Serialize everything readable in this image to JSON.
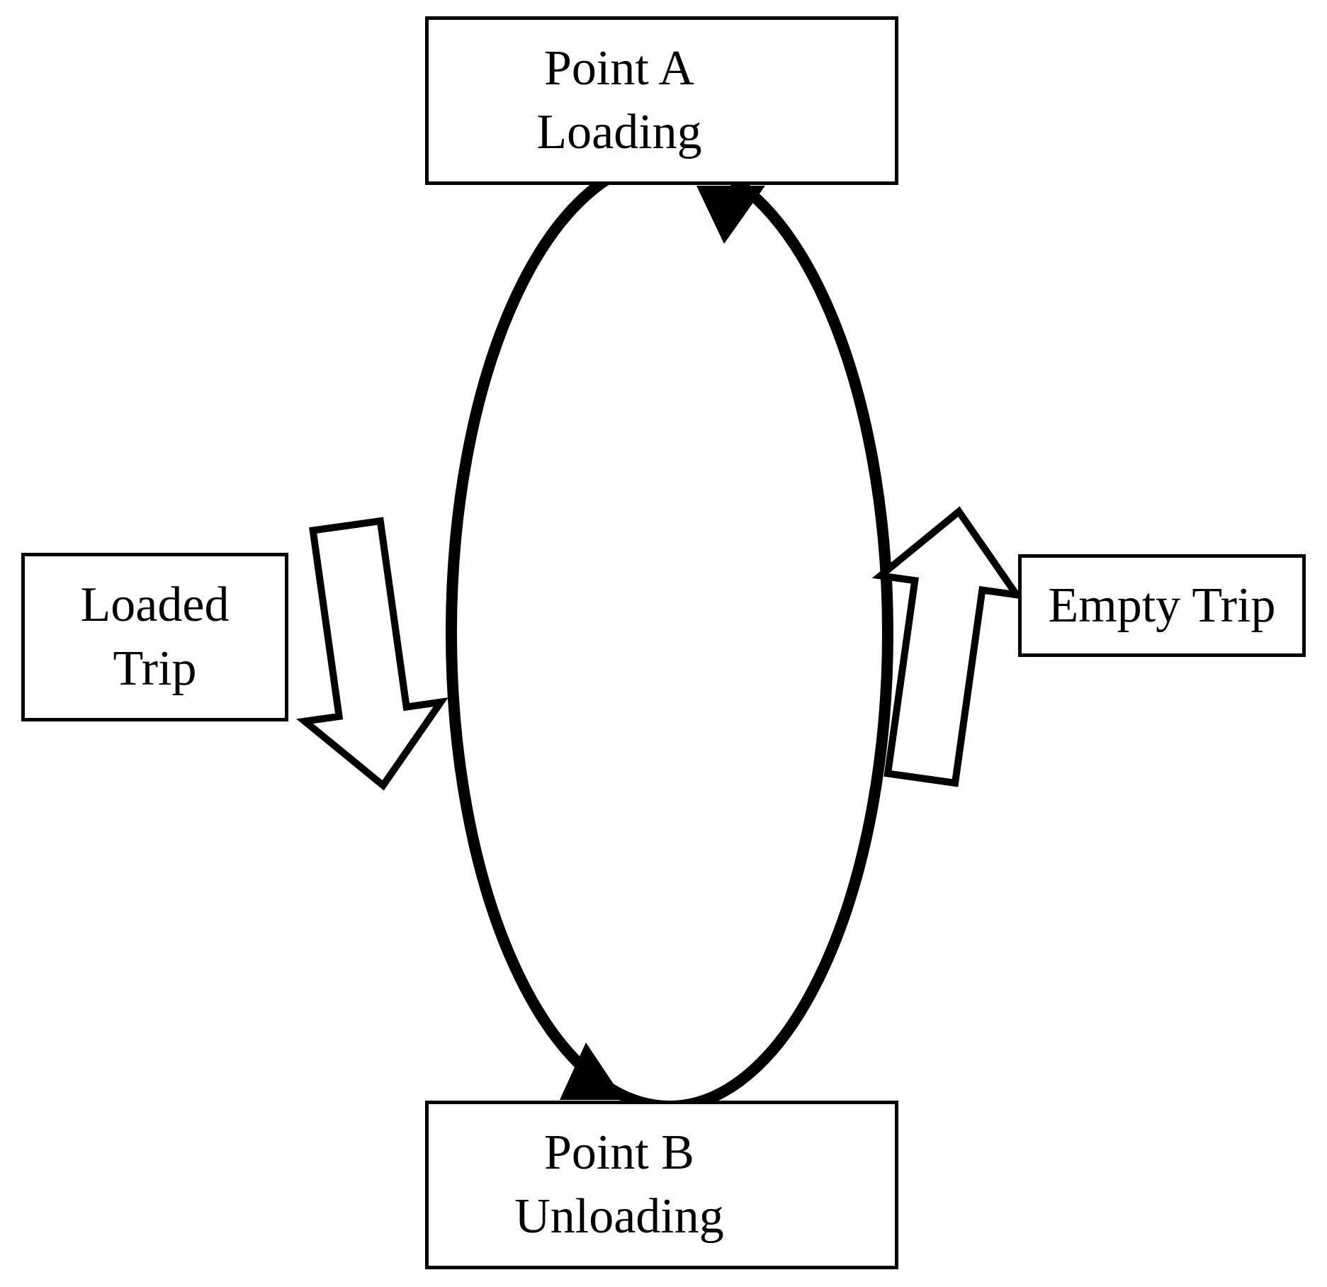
{
  "diagram": {
    "nodes": {
      "point_a": {
        "line1": "Point A",
        "line2": "Loading"
      },
      "point_b": {
        "line1": "Point B",
        "line2": "Unloading"
      }
    },
    "edges": {
      "loaded_trip": {
        "line1": "Loaded",
        "line2": "Trip",
        "direction": "downward from Point A to Point B (left side of cycle)"
      },
      "empty_trip": {
        "line1": "Empty Trip",
        "direction": "upward from Point B to Point A (right side of cycle)"
      }
    },
    "colors": {
      "line": "#000000",
      "fill": "#ffffff",
      "text": "#000000",
      "background": "#ffffff"
    }
  }
}
